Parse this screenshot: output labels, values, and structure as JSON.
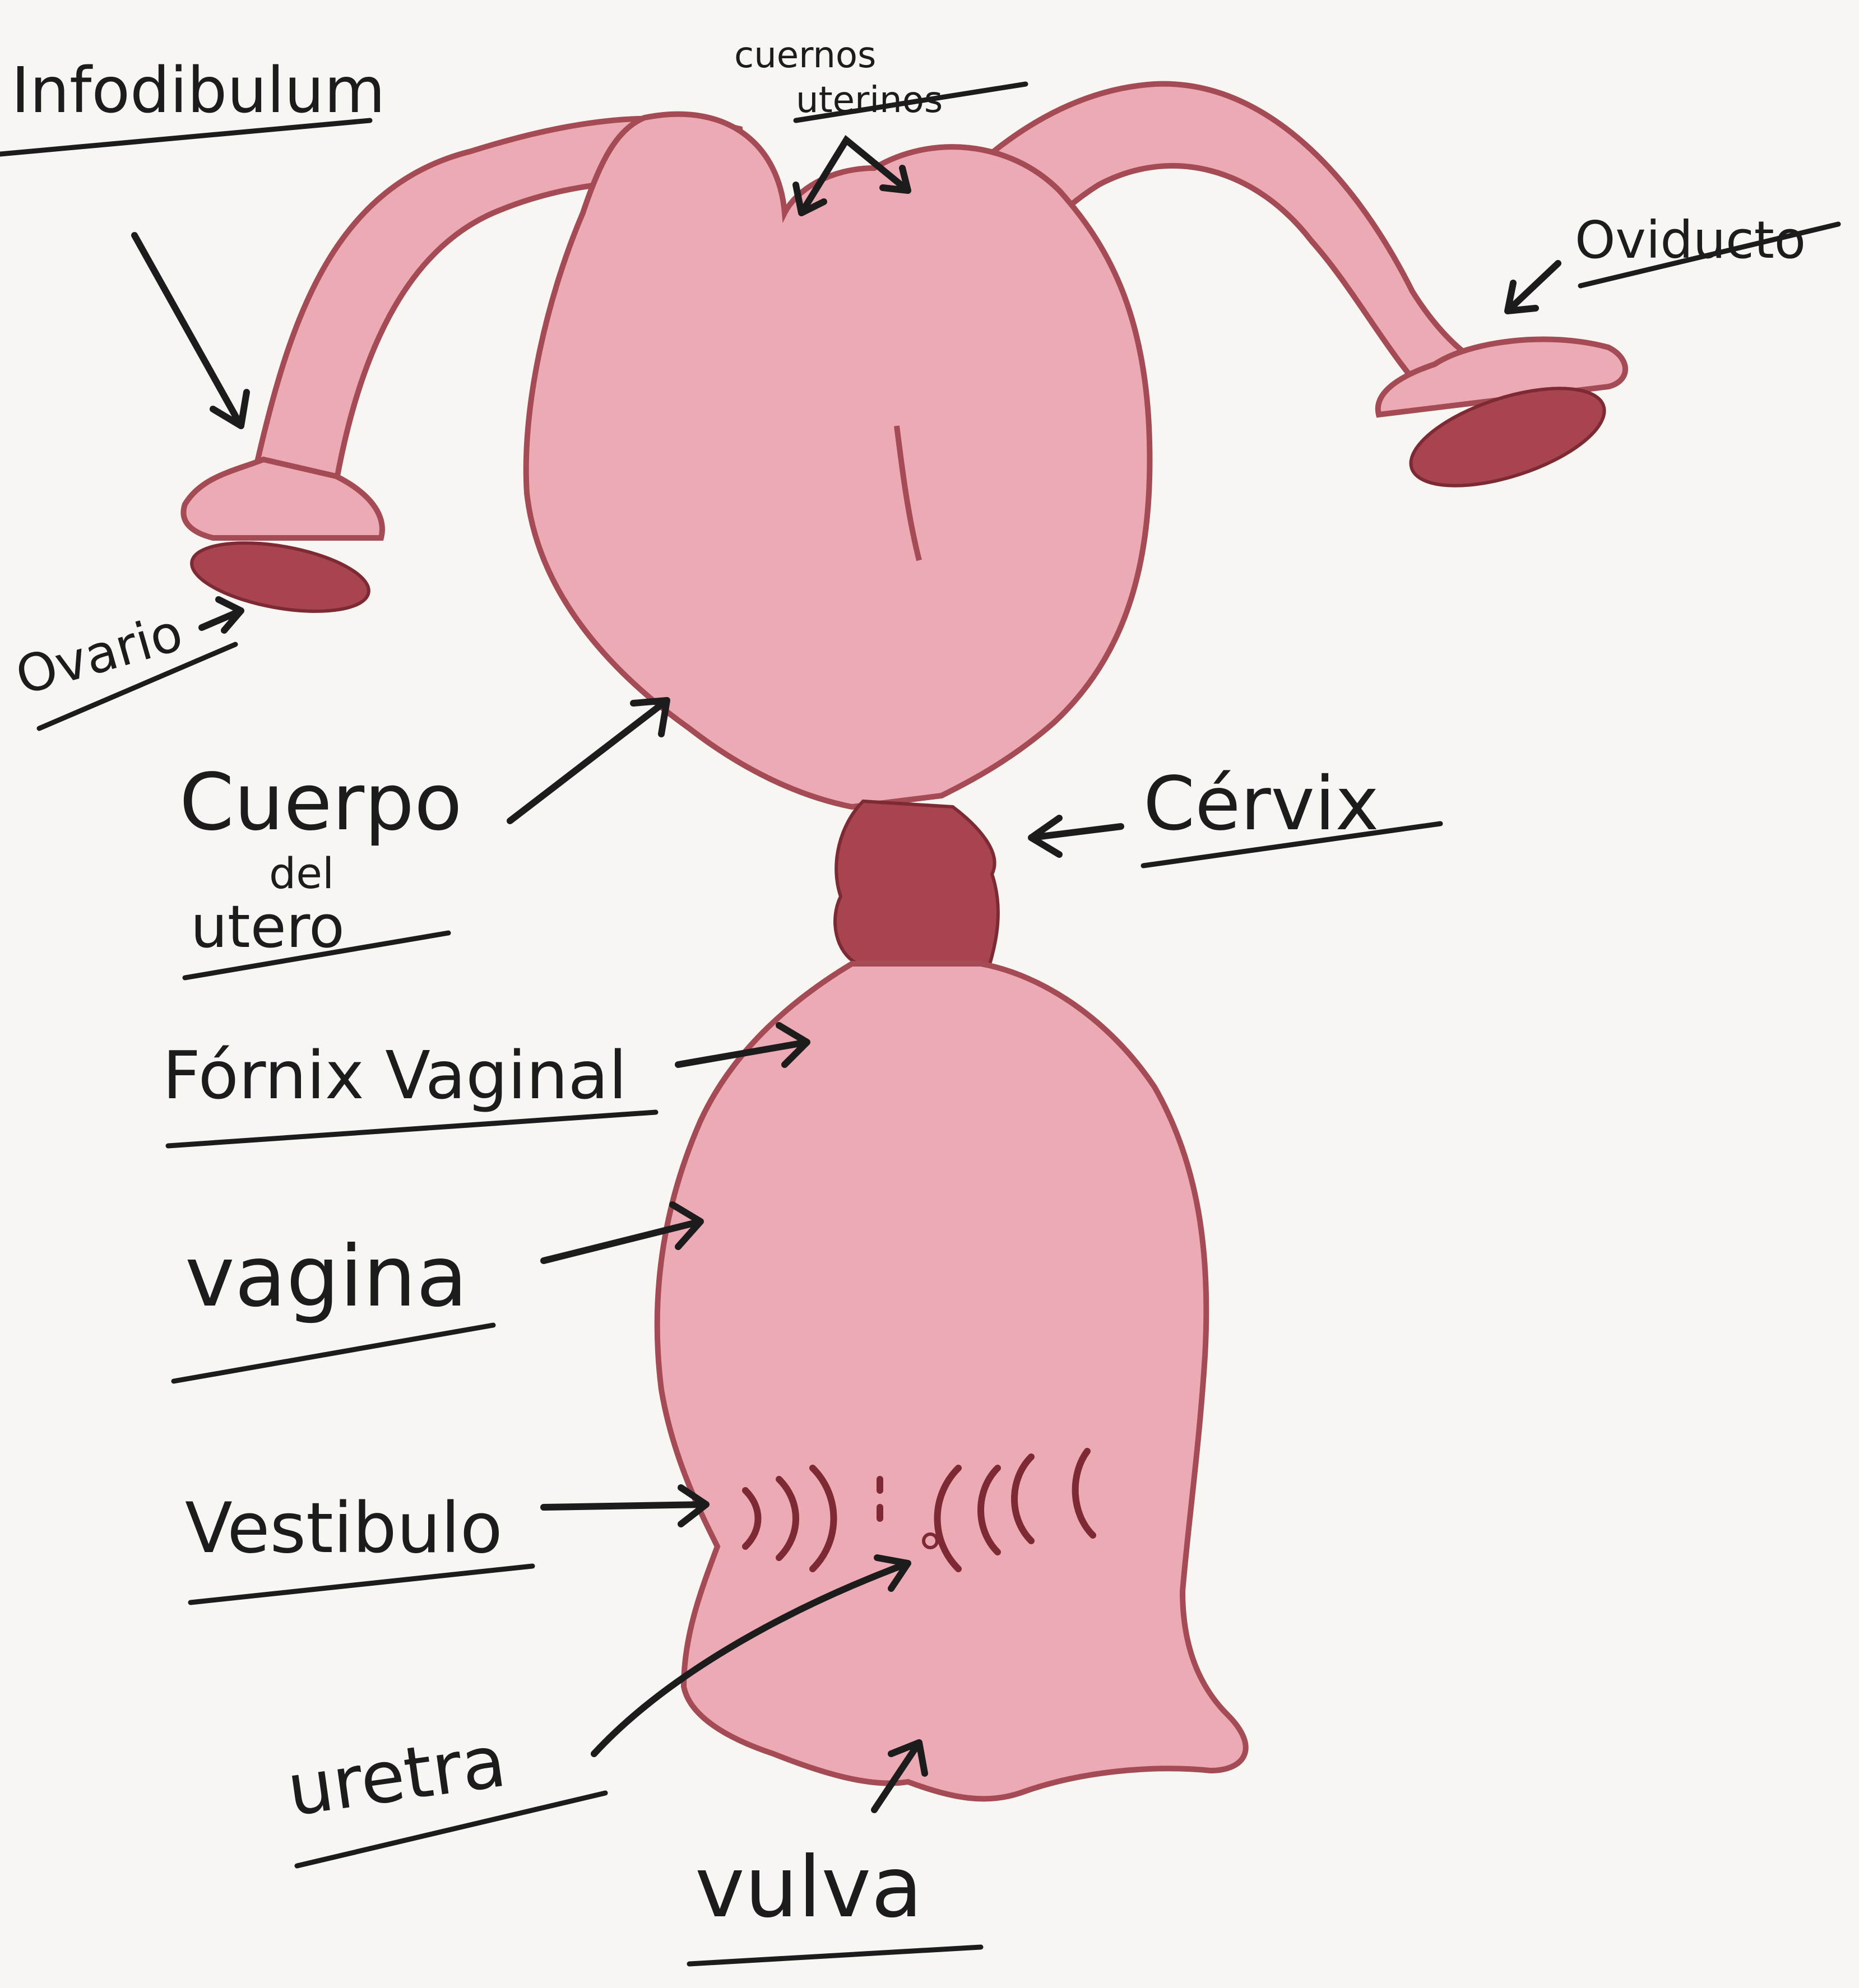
{
  "labels": {
    "infundibulum": "Infodibulum",
    "cuernos_line1": "cuernos",
    "cuernos_line2": "uterinos",
    "oviducto": "Oviducto",
    "ovario": "Ovario",
    "cuerpo_line1": "Cuerpo",
    "cuerpo_line2": "del",
    "cuerpo_line3": "utero",
    "cervix": "Cérvix",
    "fornix": "Fórnix Vaginal",
    "vagina": "vagina",
    "vestibulo": "Vestibulo",
    "uretra": "uretra",
    "vulva": "vulva"
  },
  "colors": {
    "tissue_fill": "#ecaab4",
    "tissue_outline": "#a44b55",
    "ovary_fill": "#a8444f",
    "ink": "#1c1c1c",
    "paper": "#f7f6f3"
  }
}
